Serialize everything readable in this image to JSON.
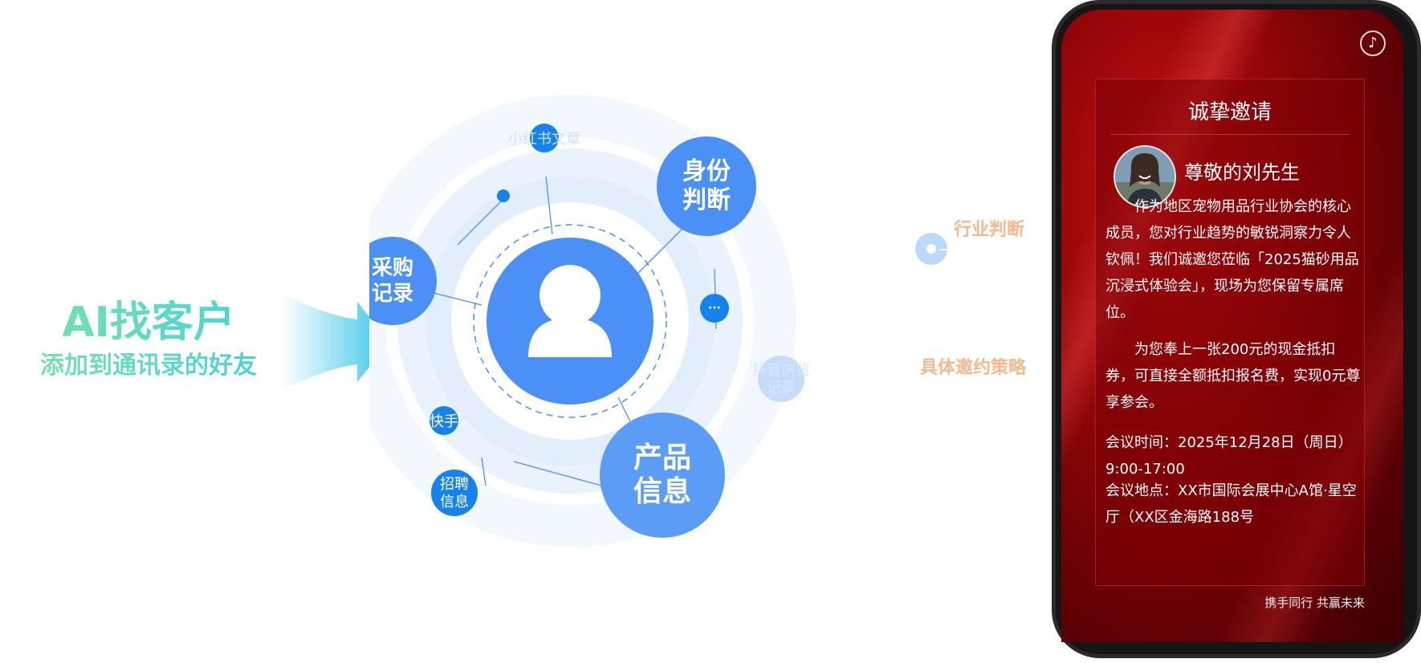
{
  "headline": {
    "title": "AI找客户",
    "subtitle": "添加到通讯录的好友"
  },
  "diagram": {
    "center_icon": "user-icon",
    "nodes": {
      "identity": "身份判断",
      "purchase": "采购记录",
      "product": "产品信息",
      "more": "···",
      "xiaohongshu": "小红书文章",
      "douyin": "抖音浏览记录",
      "kuaishou": "快手",
      "recruit": "招聘信息"
    }
  },
  "callouts": {
    "industry": "行业判断",
    "strategy": "具体邀约策略"
  },
  "phone": {
    "music_icon": "music-note-icon",
    "card": {
      "title": "诚挚邀请",
      "greeting": "尊敬的刘先生",
      "paragraph1": "作为地区宠物用品行业协会的核心成员，您对行业趋势的敏锐洞察力令人钦佩！我们诚邀您莅临「2025猫砂用品沉浸式体验会」，现场为您保留专属席位。",
      "paragraph2": "为您奉上一张200元的现金抵扣券，可直接全额抵扣报名费，实现0元尊享参会。",
      "time_line": "会议时间：2025年12月28日（周日）9:00-17:00",
      "place_line": "会议地点：XX市国际会展中心A馆·星空厅（XX区金海路188号",
      "footer": "携手同行 共赢未来"
    }
  },
  "colors": {
    "node_blue": "#4a90f7",
    "small_blue": "#1582f0",
    "ring_light": "#eef5fe",
    "callout_orange": "#f5b98c",
    "headline_green": "#7fe3a8",
    "headline_cyan": "#3fd1e0",
    "card_red": "#8e0508"
  }
}
